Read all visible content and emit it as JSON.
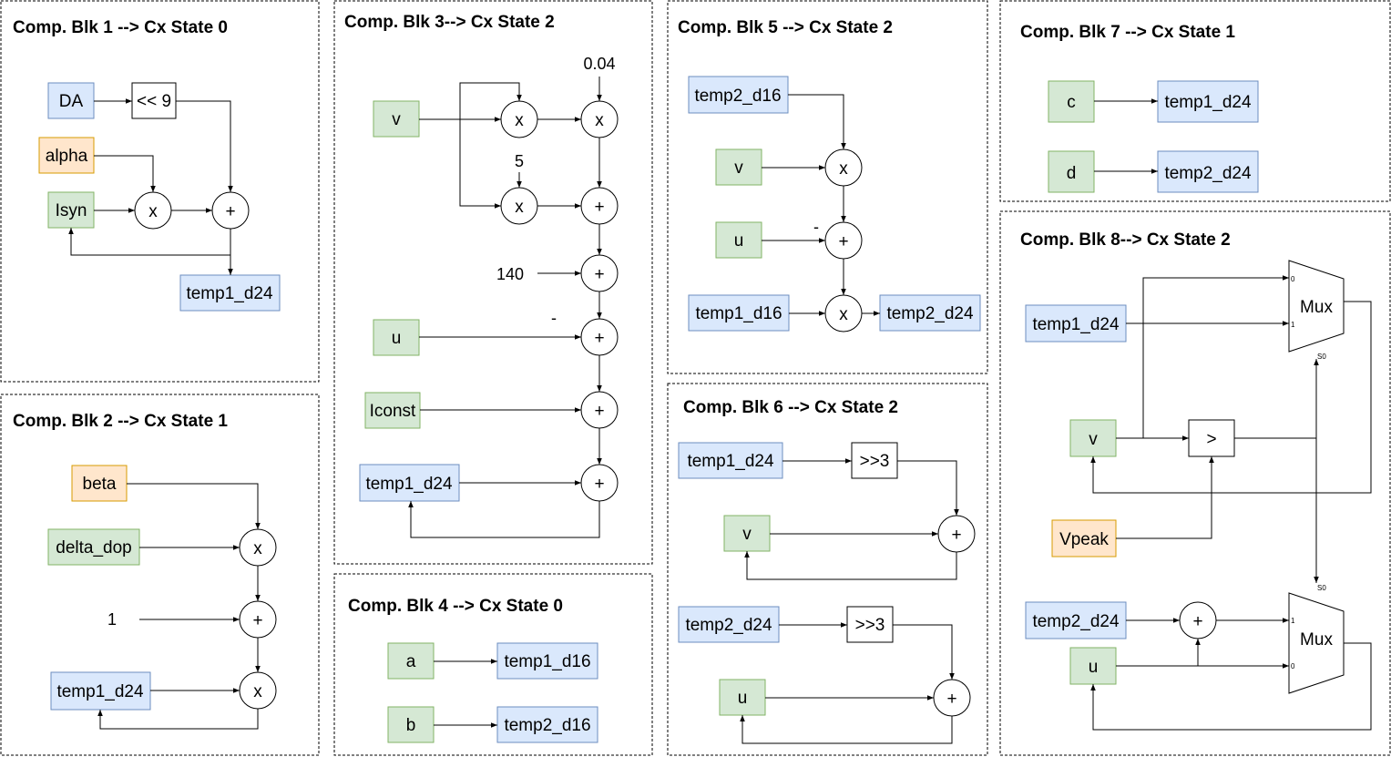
{
  "blocks": [
    {
      "title": "Comp. Blk 1 --> Cx State 0",
      "boxes": [
        "DA",
        "<< 9",
        "alpha",
        "Isyn",
        "temp1_d24"
      ],
      "ops": [
        "x",
        "+"
      ]
    },
    {
      "title": "Comp. Blk 2 --> Cx State 1",
      "boxes": [
        "beta",
        "delta_dop",
        "temp1_d24"
      ],
      "ops": [
        "x",
        "+",
        "x"
      ],
      "consts": [
        "1"
      ]
    },
    {
      "title": "Comp. Blk 3--> Cx State 2",
      "boxes": [
        "v",
        "u",
        "Iconst",
        "temp1_d24"
      ],
      "ops": [
        "x",
        "x",
        "x",
        "+",
        "+",
        "+",
        "+",
        "+"
      ],
      "consts": [
        "0.04",
        "5",
        "140",
        "-"
      ]
    },
    {
      "title": "Comp. Blk 4 --> Cx State 0",
      "boxes": [
        "a",
        "temp1_d16",
        "b",
        "temp2_d16"
      ]
    },
    {
      "title": "Comp. Blk 5 --> Cx State 2",
      "boxes": [
        "temp2_d16",
        "v",
        "u",
        "temp1_d16",
        "temp2_d24"
      ],
      "ops": [
        "x",
        "+",
        "x"
      ],
      "consts": [
        "-"
      ]
    },
    {
      "title": "Comp. Blk 6 --> Cx State 2",
      "boxes": [
        "temp1_d24",
        ">>3",
        "v",
        "temp2_d24",
        ">>3",
        "u"
      ],
      "ops": [
        "+",
        "+"
      ]
    },
    {
      "title": "Comp. Blk 7 --> Cx State 1",
      "boxes": [
        "c",
        "temp1_d24",
        "d",
        "temp2_d24"
      ]
    },
    {
      "title": "Comp. Blk 8--> Cx State 2",
      "boxes": [
        "temp1_d24",
        "v",
        ">",
        "Vpeak",
        "temp2_d24",
        "u"
      ],
      "ops": [
        "+"
      ],
      "mux_labels": [
        "Mux",
        "Mux"
      ],
      "mux_pins": [
        "0",
        "1",
        "S0",
        "S0",
        "1",
        "0"
      ]
    }
  ]
}
